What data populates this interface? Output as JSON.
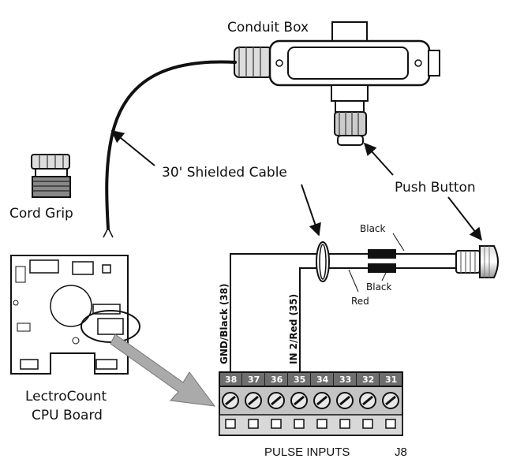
{
  "labels": {
    "conduit_box": "Conduit Box",
    "shielded_cable": "30' Shielded Cable",
    "push_button": "Push Button",
    "cord_grip": "Cord Grip",
    "board_line1": "LectroCount",
    "board_line2": "CPU Board",
    "wire_black_top": "Black",
    "wire_black_bottom": "Black",
    "wire_red": "Red",
    "gnd_wire": "GND/Black (38)",
    "in2_wire": "IN 2/Red (35)",
    "pulse_inputs": "PULSE INPUTS",
    "connector": "J8"
  },
  "terminals": [
    "38",
    "37",
    "36",
    "35",
    "34",
    "33",
    "32",
    "31"
  ],
  "colors": {
    "line": "#111111",
    "terminal_block": "#bdbdbd",
    "terminal_header": "#6e6e6e",
    "board": "#e9e9e9"
  }
}
